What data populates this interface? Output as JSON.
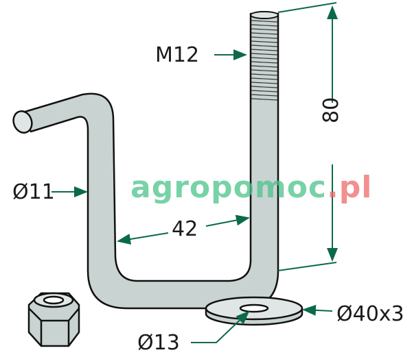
{
  "labels": {
    "thread": "M12",
    "height": "80",
    "rod_diameter": "Ø11",
    "inner_width": "42",
    "washer": "Ø40x3",
    "washer_hole": "Ø13"
  },
  "watermark": {
    "main": "agropomoc",
    "suffix": ".pl"
  },
  "colors": {
    "arrow": "#0b6a48",
    "metal": "#c9d3d2",
    "outline": "#111111",
    "wm_green": "#4cc48a",
    "wm_red": "#ee6a6a"
  }
}
